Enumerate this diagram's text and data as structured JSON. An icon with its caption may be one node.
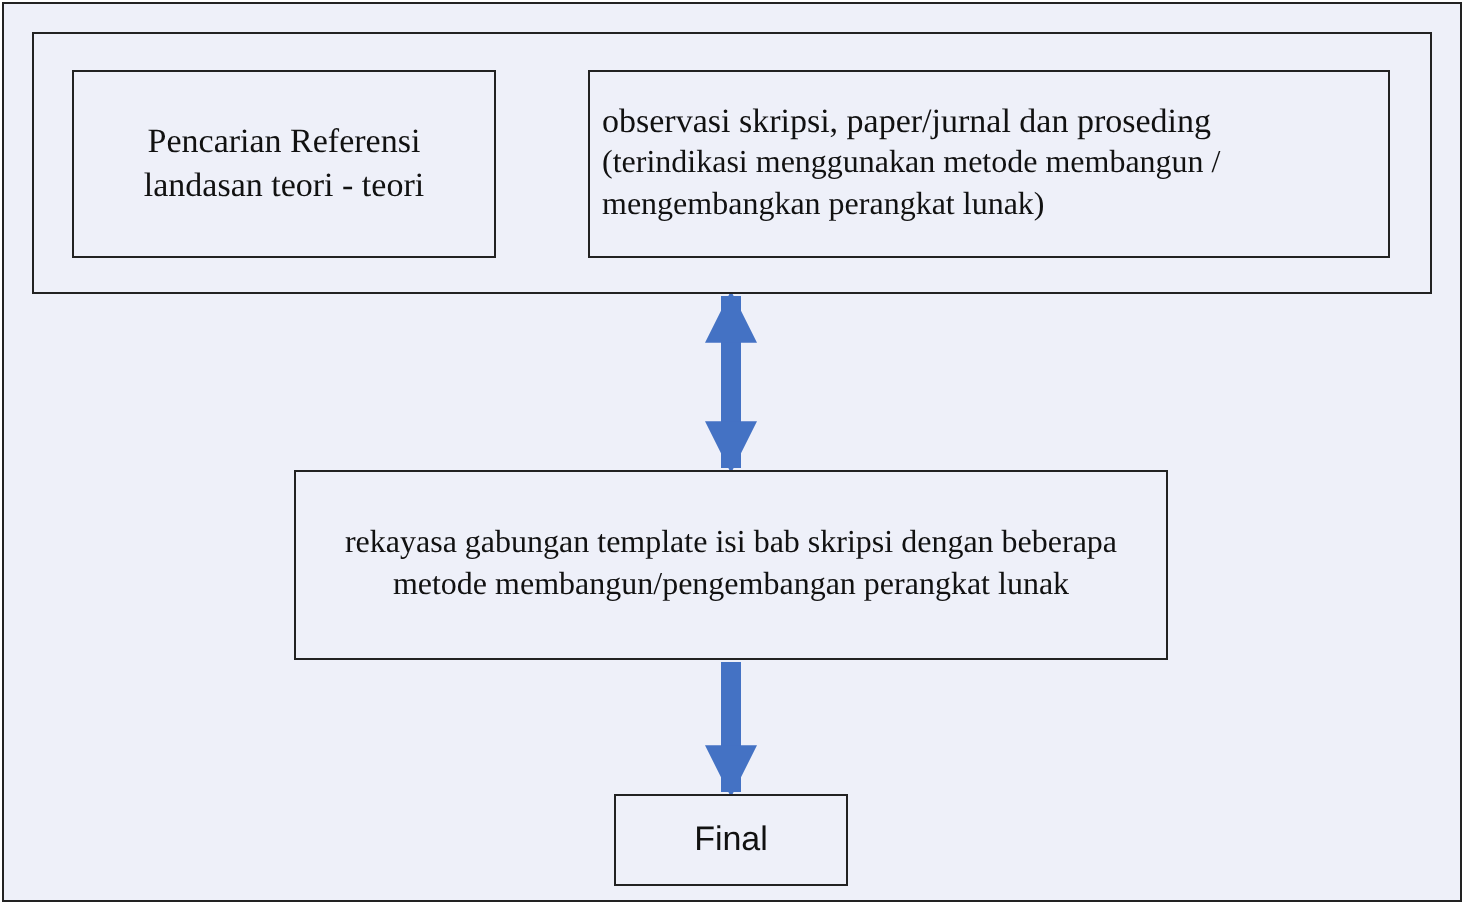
{
  "diagram": {
    "nodes": [
      {
        "text": [],
        "shape": "box"
      },
      {
        "text": [
          "Pencarian Referensi landasan teori - teori"
        ],
        "in": 0
      },
      {
        "text": [
          "observasi skripsi, paper/jurnal dan proseding",
          "(terindikasi menggunakan metode membangun / mengembangkan perangkat lunak)"
        ],
        "in": 0
      },
      {
        "text": [
          "rekayasa gabungan template isi bab skripsi dengan beberapa metode membangun/pengembangan perangkat lunak"
        ]
      },
      {
        "text": [
          "Final"
        ]
      }
    ],
    "edges": [
      {
        "from": 0,
        "to": 3,
        "arrow": "both"
      },
      {
        "from": 3,
        "to": 4,
        "arrow": "to"
      }
    ]
  }
}
